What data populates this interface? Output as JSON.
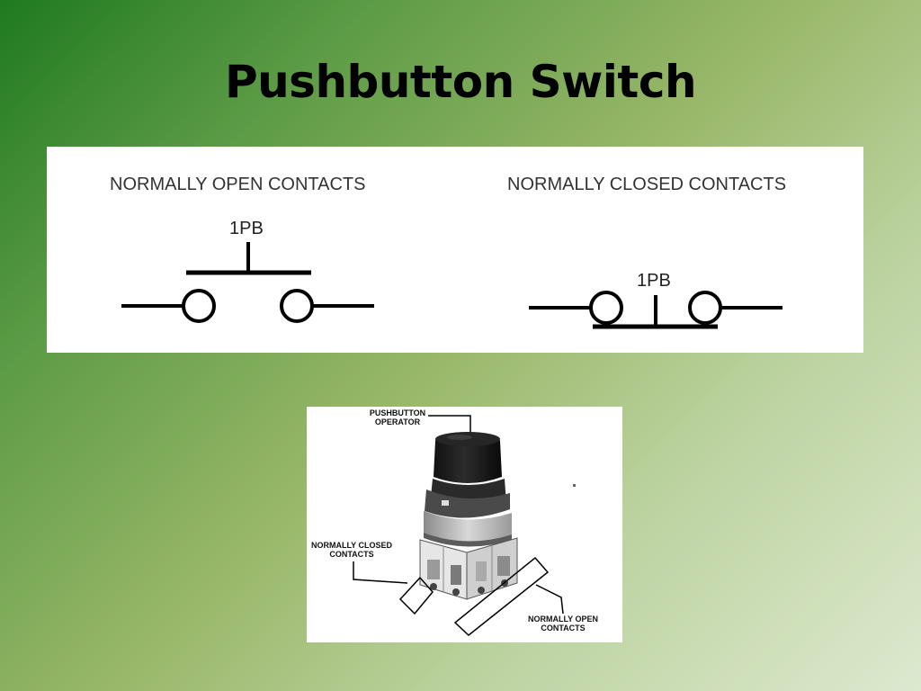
{
  "slide": {
    "title": "Pushbutton Switch"
  },
  "symbols": {
    "no_label": "NORMALLY OPEN CONTACTS",
    "nc_label": "NORMALLY CLOSED CONTACTS",
    "no_tag": "1PB",
    "nc_tag": "1PB"
  },
  "photo": {
    "callout_operator_1": "PUSHBUTTON",
    "callout_operator_2": "OPERATOR",
    "callout_nc_1": "NORMALLY CLOSED",
    "callout_nc_2": "CONTACTS",
    "callout_no_1": "NORMALLY OPEN",
    "callout_no_2": "CONTACTS"
  },
  "colors": {
    "background_dark": "#1f7a1f",
    "background_light": "#dde9cf",
    "panel": "#ffffff",
    "ink": "#000000"
  }
}
